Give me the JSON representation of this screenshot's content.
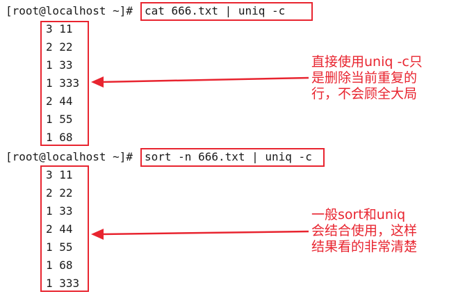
{
  "block1": {
    "prompt": "[root@localhost ~]#",
    "command": "cat 666.txt | uniq -c",
    "output": [
      "3 11",
      "2 22",
      "1 33",
      "1 333",
      "2 44",
      "1 55",
      "1 68"
    ],
    "note": [
      "直接使用uniq -c只",
      "是删除当前重复的",
      "行，不会顾全大局"
    ]
  },
  "block2": {
    "prompt": "[root@localhost ~]#",
    "command": "sort -n 666.txt | uniq -c",
    "output": [
      "3 11",
      "2 22",
      "1 33",
      "2 44",
      "1 55",
      "1 68",
      "1 333"
    ],
    "note": [
      "一般sort和uniq",
      "会结合使用，这样",
      "结果看的非常清楚"
    ]
  },
  "colors": {
    "annotation_red": "#e8242f",
    "text": "#1a1a1a",
    "background": "#ffffff"
  }
}
